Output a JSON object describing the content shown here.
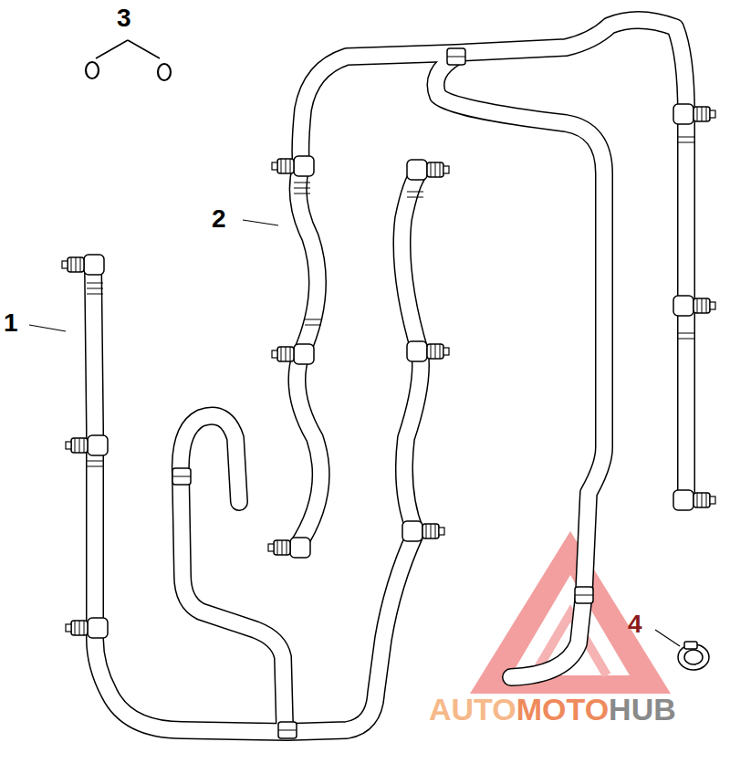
{
  "diagram": {
    "labels": [
      "3",
      "2",
      "1",
      "4",
      "AUTO",
      "MOTO",
      "HUB"
    ]
  }
}
